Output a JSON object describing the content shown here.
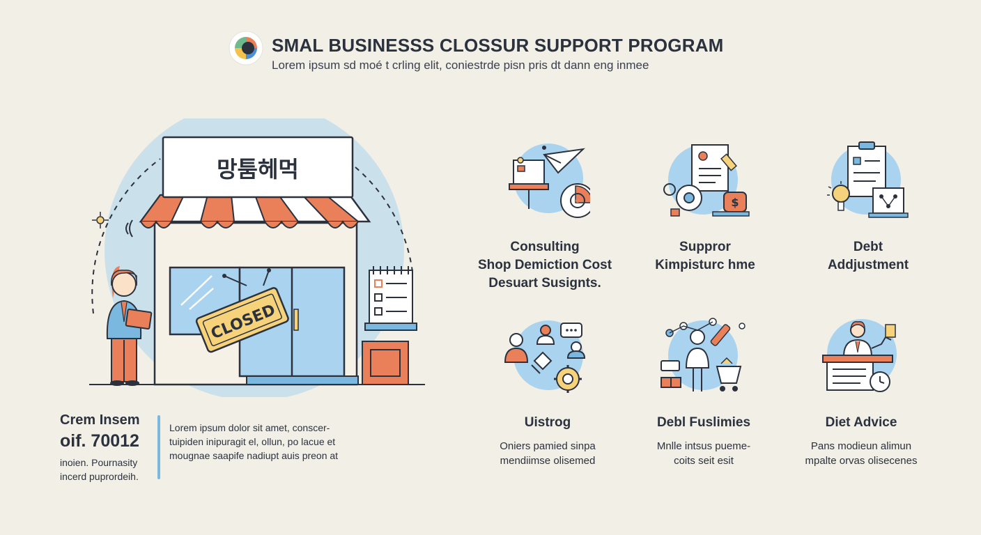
{
  "header": {
    "title": "SMAL BUSINESSS CLOSSUR SUPPORT PROGRAM",
    "subtitle": "Lorem ipsum sd moé t crling elit, coniestrde pisn pris dt dann eng inmee",
    "logo_icon": "circle-logo-icon"
  },
  "hero": {
    "sign_text": "망툼헤먹",
    "closed_sign": "CLOSED",
    "icons": [
      "storefront-icon",
      "awning-icon",
      "person-with-tablet-icon",
      "checklist-clipboard-icon",
      "box-icon"
    ]
  },
  "stat": {
    "line1": "Crem Insem",
    "line2": "oif. 70012",
    "line3": "inoien. Pournasity",
    "line4": "incerd puprordeih.",
    "desc": [
      "Lorem ipsum dolor sit amet, conscer-",
      "tuipiden inipuragit el, ollun, po lacue et",
      "mougnae saapife nadiupt auis preon at"
    ]
  },
  "cards": [
    {
      "icon": "consulting-easel-icon",
      "title": [
        "Consulting",
        "Shop Demiction Cost",
        "Desuart Susignts."
      ],
      "desc": []
    },
    {
      "icon": "support-documents-icon",
      "title": [
        "Suppror",
        "Kimpisturc hme"
      ],
      "desc": []
    },
    {
      "icon": "debt-clipboard-icon",
      "title": [
        "Debt",
        "Addjustment"
      ],
      "desc": []
    },
    {
      "icon": "people-network-icon",
      "title": [
        "Uistrog"
      ],
      "desc": [
        "Oniers pamied sinpa",
        "mendiimse olisemed"
      ]
    },
    {
      "icon": "person-shopping-cart-icon",
      "title": [
        "Debl Fuslimies"
      ],
      "desc": [
        "Mnlle intsus pueme-",
        "coits seit esit"
      ]
    },
    {
      "icon": "advisor-desk-icon",
      "title": [
        "Diet Advice"
      ],
      "desc": [
        "Pans modieun alimun",
        "mpalte orvas olisecenes"
      ]
    }
  ],
  "colors": {
    "background": "#f2efe6",
    "accent_orange": "#e9805a",
    "accent_blue": "#a9d3ee",
    "accent_yellow": "#f6d27a",
    "ink": "#2d3340"
  }
}
